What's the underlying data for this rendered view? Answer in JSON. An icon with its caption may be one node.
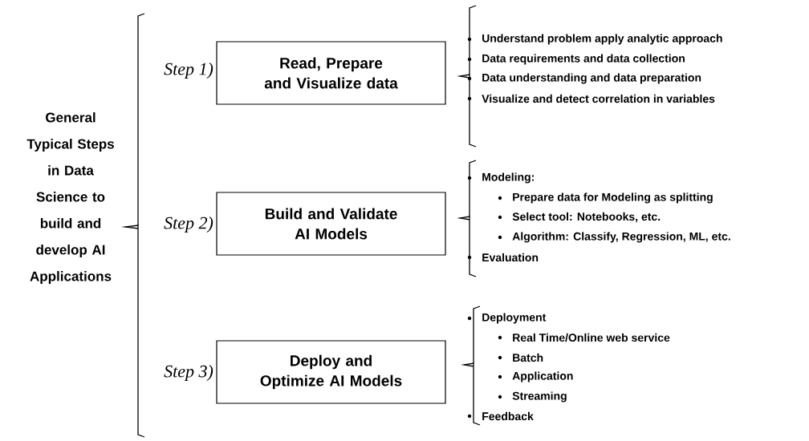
{
  "diagram": {
    "nodes": [
      {
        "text": [
          "Read, Prepare and Visualize data"
        ],
        "beside": [
          "Step 1)"
        ]
      },
      {
        "text": [
          "Build and Validate AI Models"
        ],
        "beside": [
          "Step 2)"
        ]
      },
      {
        "text": [
          "Deploy and Optimize AI Models"
        ],
        "beside": [
          "Step 3)"
        ]
      }
    ],
    "edges": [],
    "labels": [
      "General Typical Steps in Data Science to build and develop AI Applications",
      "Understand problem apply analytic approach",
      "Data requirements and data collection",
      "Data understanding and data preparation",
      "Visualize and detect correlation in variables",
      "Modeling:",
      "Prepare data for Modeling as splitting",
      "Select tool: Notebooks, etc.",
      "Algorithm: Classify, Regression, ML, etc.",
      "Evaluation",
      "Deployment",
      "Real Time/Online web service",
      "Batch",
      "Application",
      "Streaming",
      "Feedback"
    ]
  }
}
